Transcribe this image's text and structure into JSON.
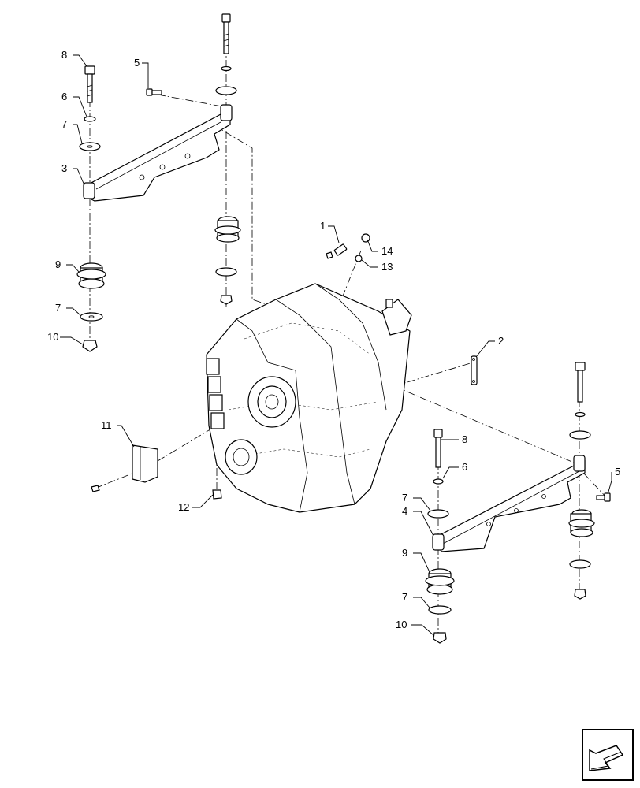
{
  "callouts": {
    "c1": "1",
    "c2": "2",
    "c3": "3",
    "c4": "4",
    "c5a": "5",
    "c5b": "5",
    "c6a": "6",
    "c6b": "6",
    "c7a": "7",
    "c7b": "7",
    "c7c": "7",
    "c7d": "7",
    "c8a": "8",
    "c8b": "8",
    "c9a": "9",
    "c9b": "9",
    "c10a": "10",
    "c10b": "10",
    "c11": "11",
    "c12": "12",
    "c13": "13",
    "c14": "14"
  },
  "nav_icon": "next-page-arrow-icon"
}
